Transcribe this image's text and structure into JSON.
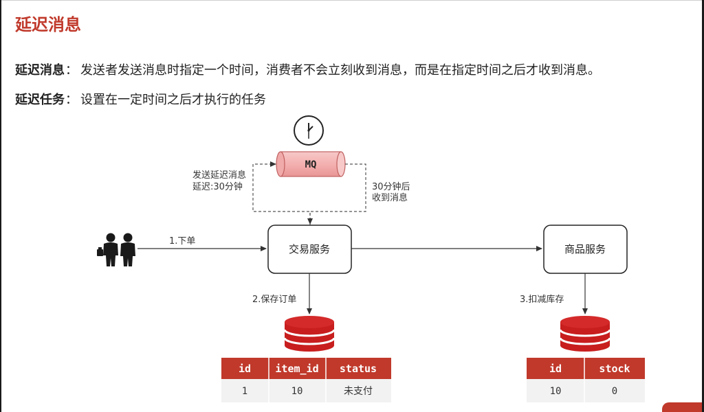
{
  "title": "延迟消息",
  "definitions": [
    {
      "term": "延迟消息",
      "colon": "：",
      "text": "发送者发送消息时指定一个时间，消费者不会立刻收到消息，而是在指定时间之后才收到消息。"
    },
    {
      "term": "延迟任务",
      "colon": "：",
      "text": "设置在一定时间之后才执行的任务"
    }
  ],
  "diagram": {
    "mq_label": "MQ",
    "send_delay_line1": "发送延迟消息",
    "send_delay_line2": "延迟:30分钟",
    "receive_line1": "30分钟后",
    "receive_line2": "收到消息",
    "step1": "1.下单",
    "trade_service": "交易服务",
    "goods_service": "商品服务",
    "step2": "2.保存订单",
    "step3": "3.扣减库存",
    "order_table": {
      "headers": [
        "id",
        "item_id",
        "status"
      ],
      "rows": [
        [
          "1",
          "10",
          "未支付"
        ]
      ]
    },
    "stock_table": {
      "headers": [
        "id",
        "stock"
      ],
      "rows": [
        [
          "10",
          "0"
        ]
      ]
    }
  },
  "colors": {
    "accent": "#c0392b",
    "header_red": "#c0392b",
    "row_bg": "#f2f2f2"
  }
}
